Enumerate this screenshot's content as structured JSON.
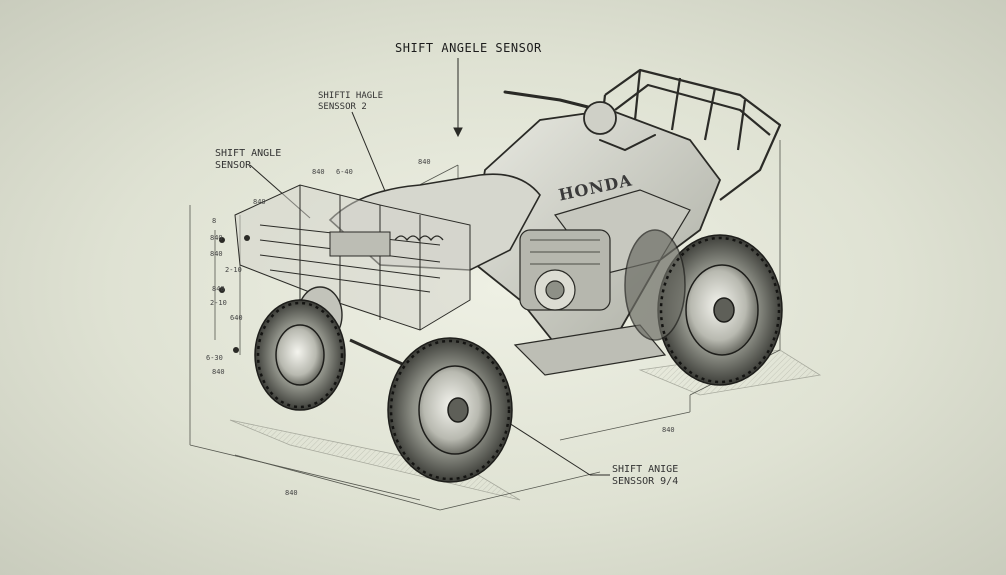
{
  "diagram": {
    "callouts": {
      "main": "SHIFT ANGELE SENSOR",
      "sensor2_line1": "SHIFTI HAGLE",
      "sensor2_line2": "SENSSOR 2",
      "left_line1": "SHIFT ANGLE",
      "left_line2": "SENSOR",
      "bottom_line1": "SHIFT ANIGE",
      "bottom_line2": "SENSSOR 9/4"
    },
    "brand": "HONDA",
    "dimensions": [
      "840",
      "840",
      "6-40",
      "840",
      "8",
      "840",
      "840",
      "2-10",
      "840",
      "2-10",
      "6-30",
      "640",
      "840",
      "840",
      "840"
    ]
  }
}
